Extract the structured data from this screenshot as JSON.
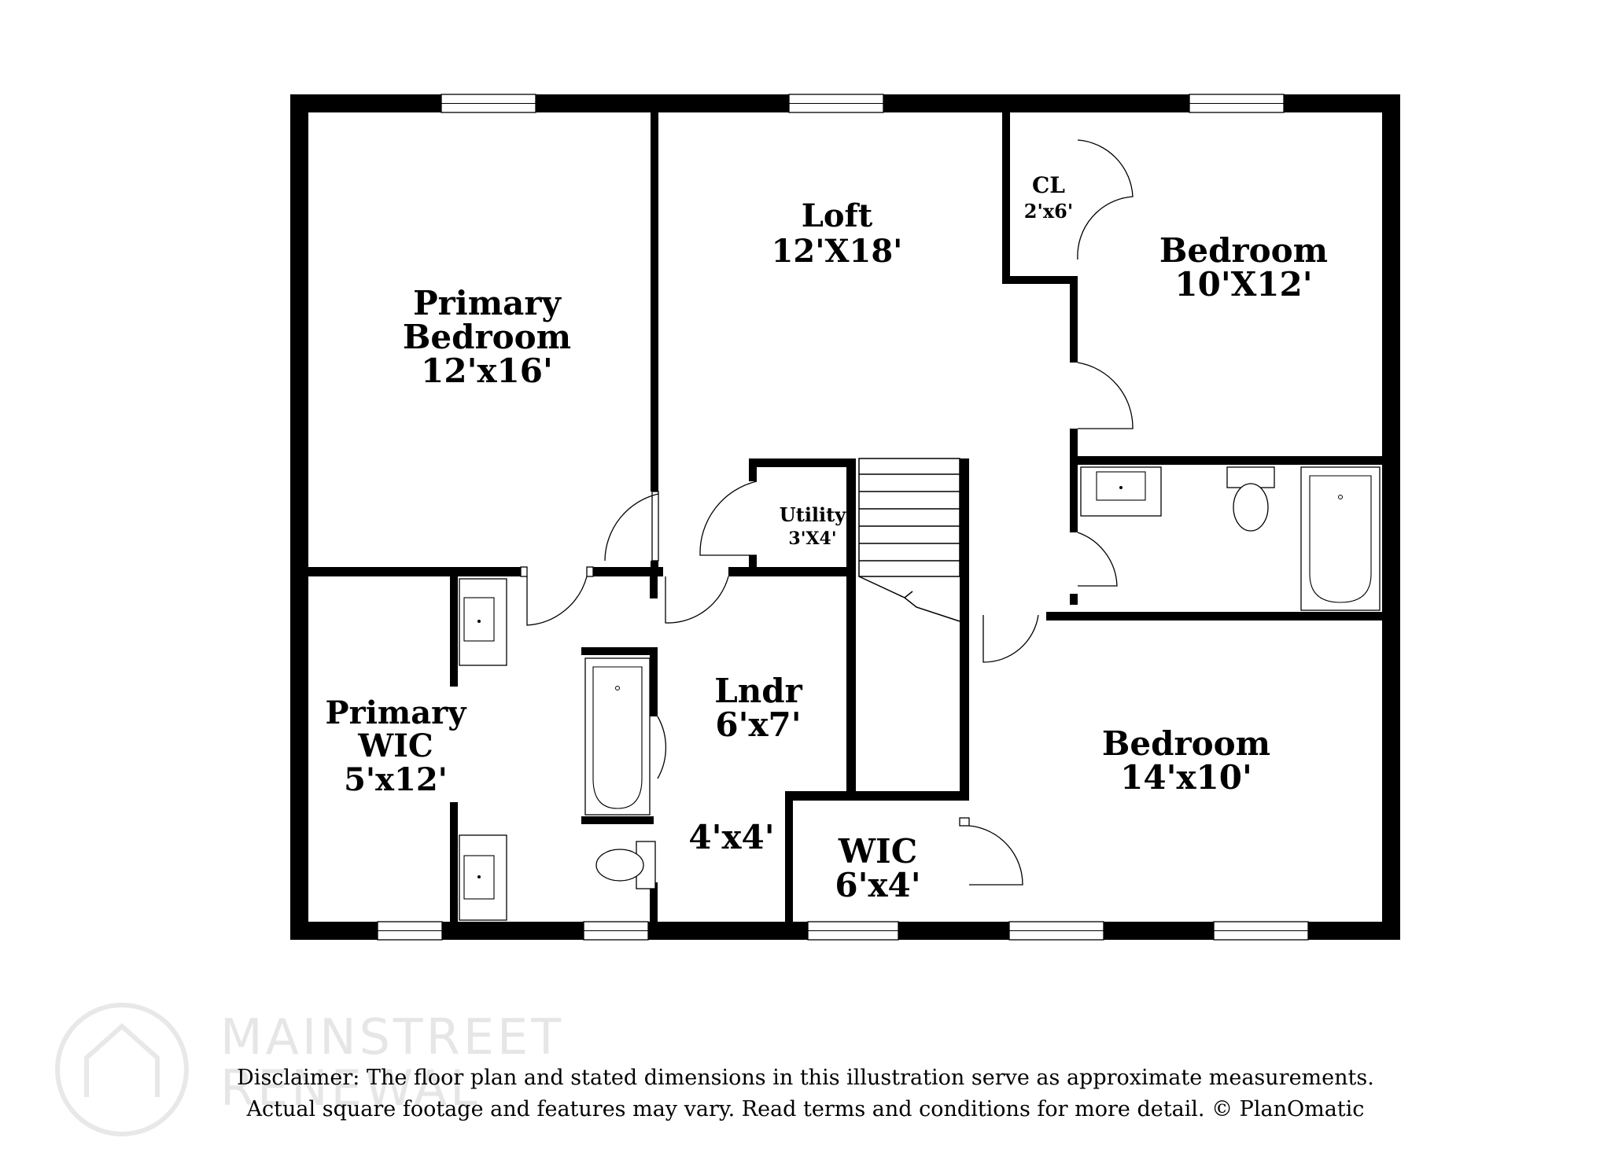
{
  "rooms": {
    "loft": {
      "name": "Loft",
      "dims": "12'X18'"
    },
    "primary_bedroom": {
      "name_line1": "Primary",
      "name_line2": "Bedroom",
      "dims": "12'x16'"
    },
    "closet": {
      "name": "CL",
      "dims": "2'x6'"
    },
    "bedroom_top": {
      "name": "Bedroom",
      "dims": "10'X12'"
    },
    "utility": {
      "name": "Utility",
      "dims": "3'X4'"
    },
    "primary_wic": {
      "name_line1": "Primary",
      "name_line2": "WIC",
      "dims": "5'x12'"
    },
    "laundry": {
      "name": "Lndr",
      "dims": "6'x7'"
    },
    "small_room": {
      "dims": "4'x4'"
    },
    "wic": {
      "name": "WIC",
      "dims": "6'x4'"
    },
    "bedroom_bottom": {
      "name": "Bedroom",
      "dims": "14'x10'"
    }
  },
  "disclaimer": {
    "line1": "Disclaimer: The floor plan and stated dimensions in this illustration serve as approximate measurements.",
    "line2": "Actual square footage and features may vary. Read terms and conditions for more detail. © PlanOmatic"
  },
  "watermark": {
    "line1": "MAINSTREET",
    "line2": "RENEWAL"
  },
  "colors": {
    "wall": "#000000",
    "background": "#ffffff",
    "watermark": "#e6e6e6"
  }
}
